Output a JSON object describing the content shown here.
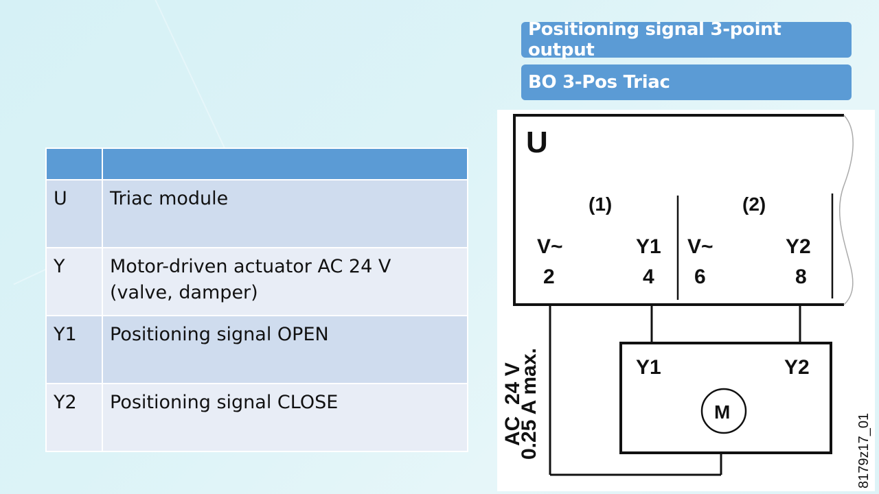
{
  "header": {
    "title": "Positioning signal 3-point output",
    "subtitle": "BO 3-Pos Triac"
  },
  "colors": {
    "accent": "#5b9bd5",
    "row_odd": "#cfdcee",
    "row_even": "#e8edf6",
    "background": "#d9f2f7"
  },
  "legend_table": {
    "headers": [
      "",
      ""
    ],
    "rows": [
      {
        "code": "U",
        "description": "Triac module"
      },
      {
        "code": "Y",
        "description": "Motor-driven actuator AC 24 V (valve, damper)"
      },
      {
        "code": "Y1",
        "description": "Positioning signal OPEN"
      },
      {
        "code": "Y2",
        "description": "Positioning signal CLOSE"
      }
    ]
  },
  "diagram": {
    "module_label": "U",
    "group1": "(1)",
    "group2": "(2)",
    "terminals": [
      {
        "signal": "V~",
        "number": "2"
      },
      {
        "signal": "Y1",
        "number": "4"
      },
      {
        "signal": "V~",
        "number": "6"
      },
      {
        "signal": "Y2",
        "number": "8"
      }
    ],
    "actuator_terminals": [
      "Y1",
      "Y2"
    ],
    "motor_symbol": "M",
    "supply_line1": "AC  24 V",
    "supply_line2": "0.25 A max.",
    "figure_id": "8179z17_01"
  }
}
